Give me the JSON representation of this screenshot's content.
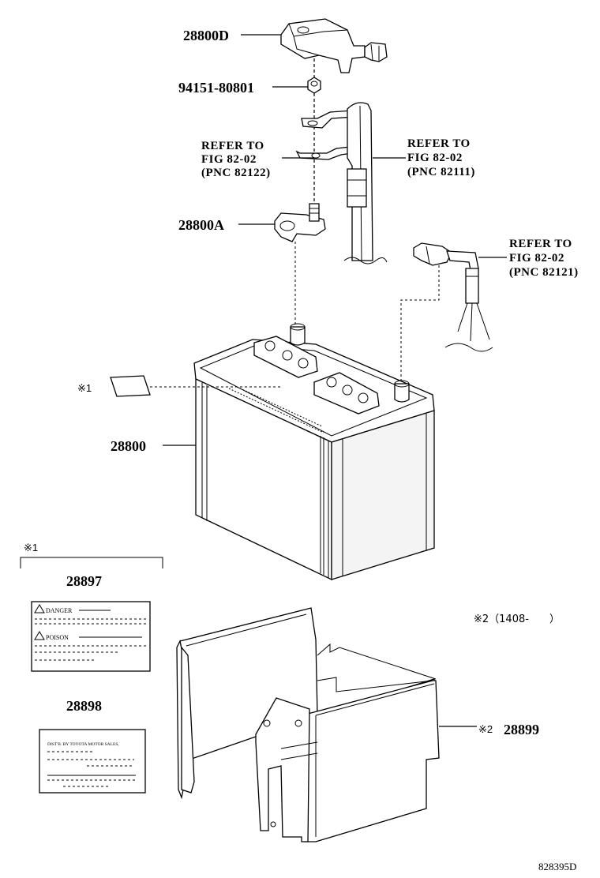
{
  "labels": {
    "holder_cover": "28800D",
    "nut": "94151-80801",
    "clamp": "28800A",
    "battery": "28800",
    "label_danger": "28897",
    "label_info": "28898",
    "tray": "28899",
    "tray_note_mark": "※2",
    "mark1_on_battery": "※1",
    "mark1_group": "※1",
    "note2": "※2（1408-　　）",
    "diagram_code": "828395D"
  },
  "refer_left": {
    "line1": "REFER TO",
    "line2": "FIG 82-02",
    "line3": "(PNC 82122)"
  },
  "refer_mid": {
    "line1": "REFER TO",
    "line2": "FIG 82-02",
    "line3": "(PNC 82111)"
  },
  "refer_right": {
    "line1": "REFER TO",
    "line2": "FIG 82-02",
    "line3": "(PNC 82121)"
  },
  "danger_label": {
    "heading1": "DANGER",
    "heading2": "POISON"
  },
  "info_label": {
    "line1": "DIST'B. BY TOYOTA MOTOR SALES,"
  },
  "icons": [
    "warning-triangle-icon"
  ]
}
